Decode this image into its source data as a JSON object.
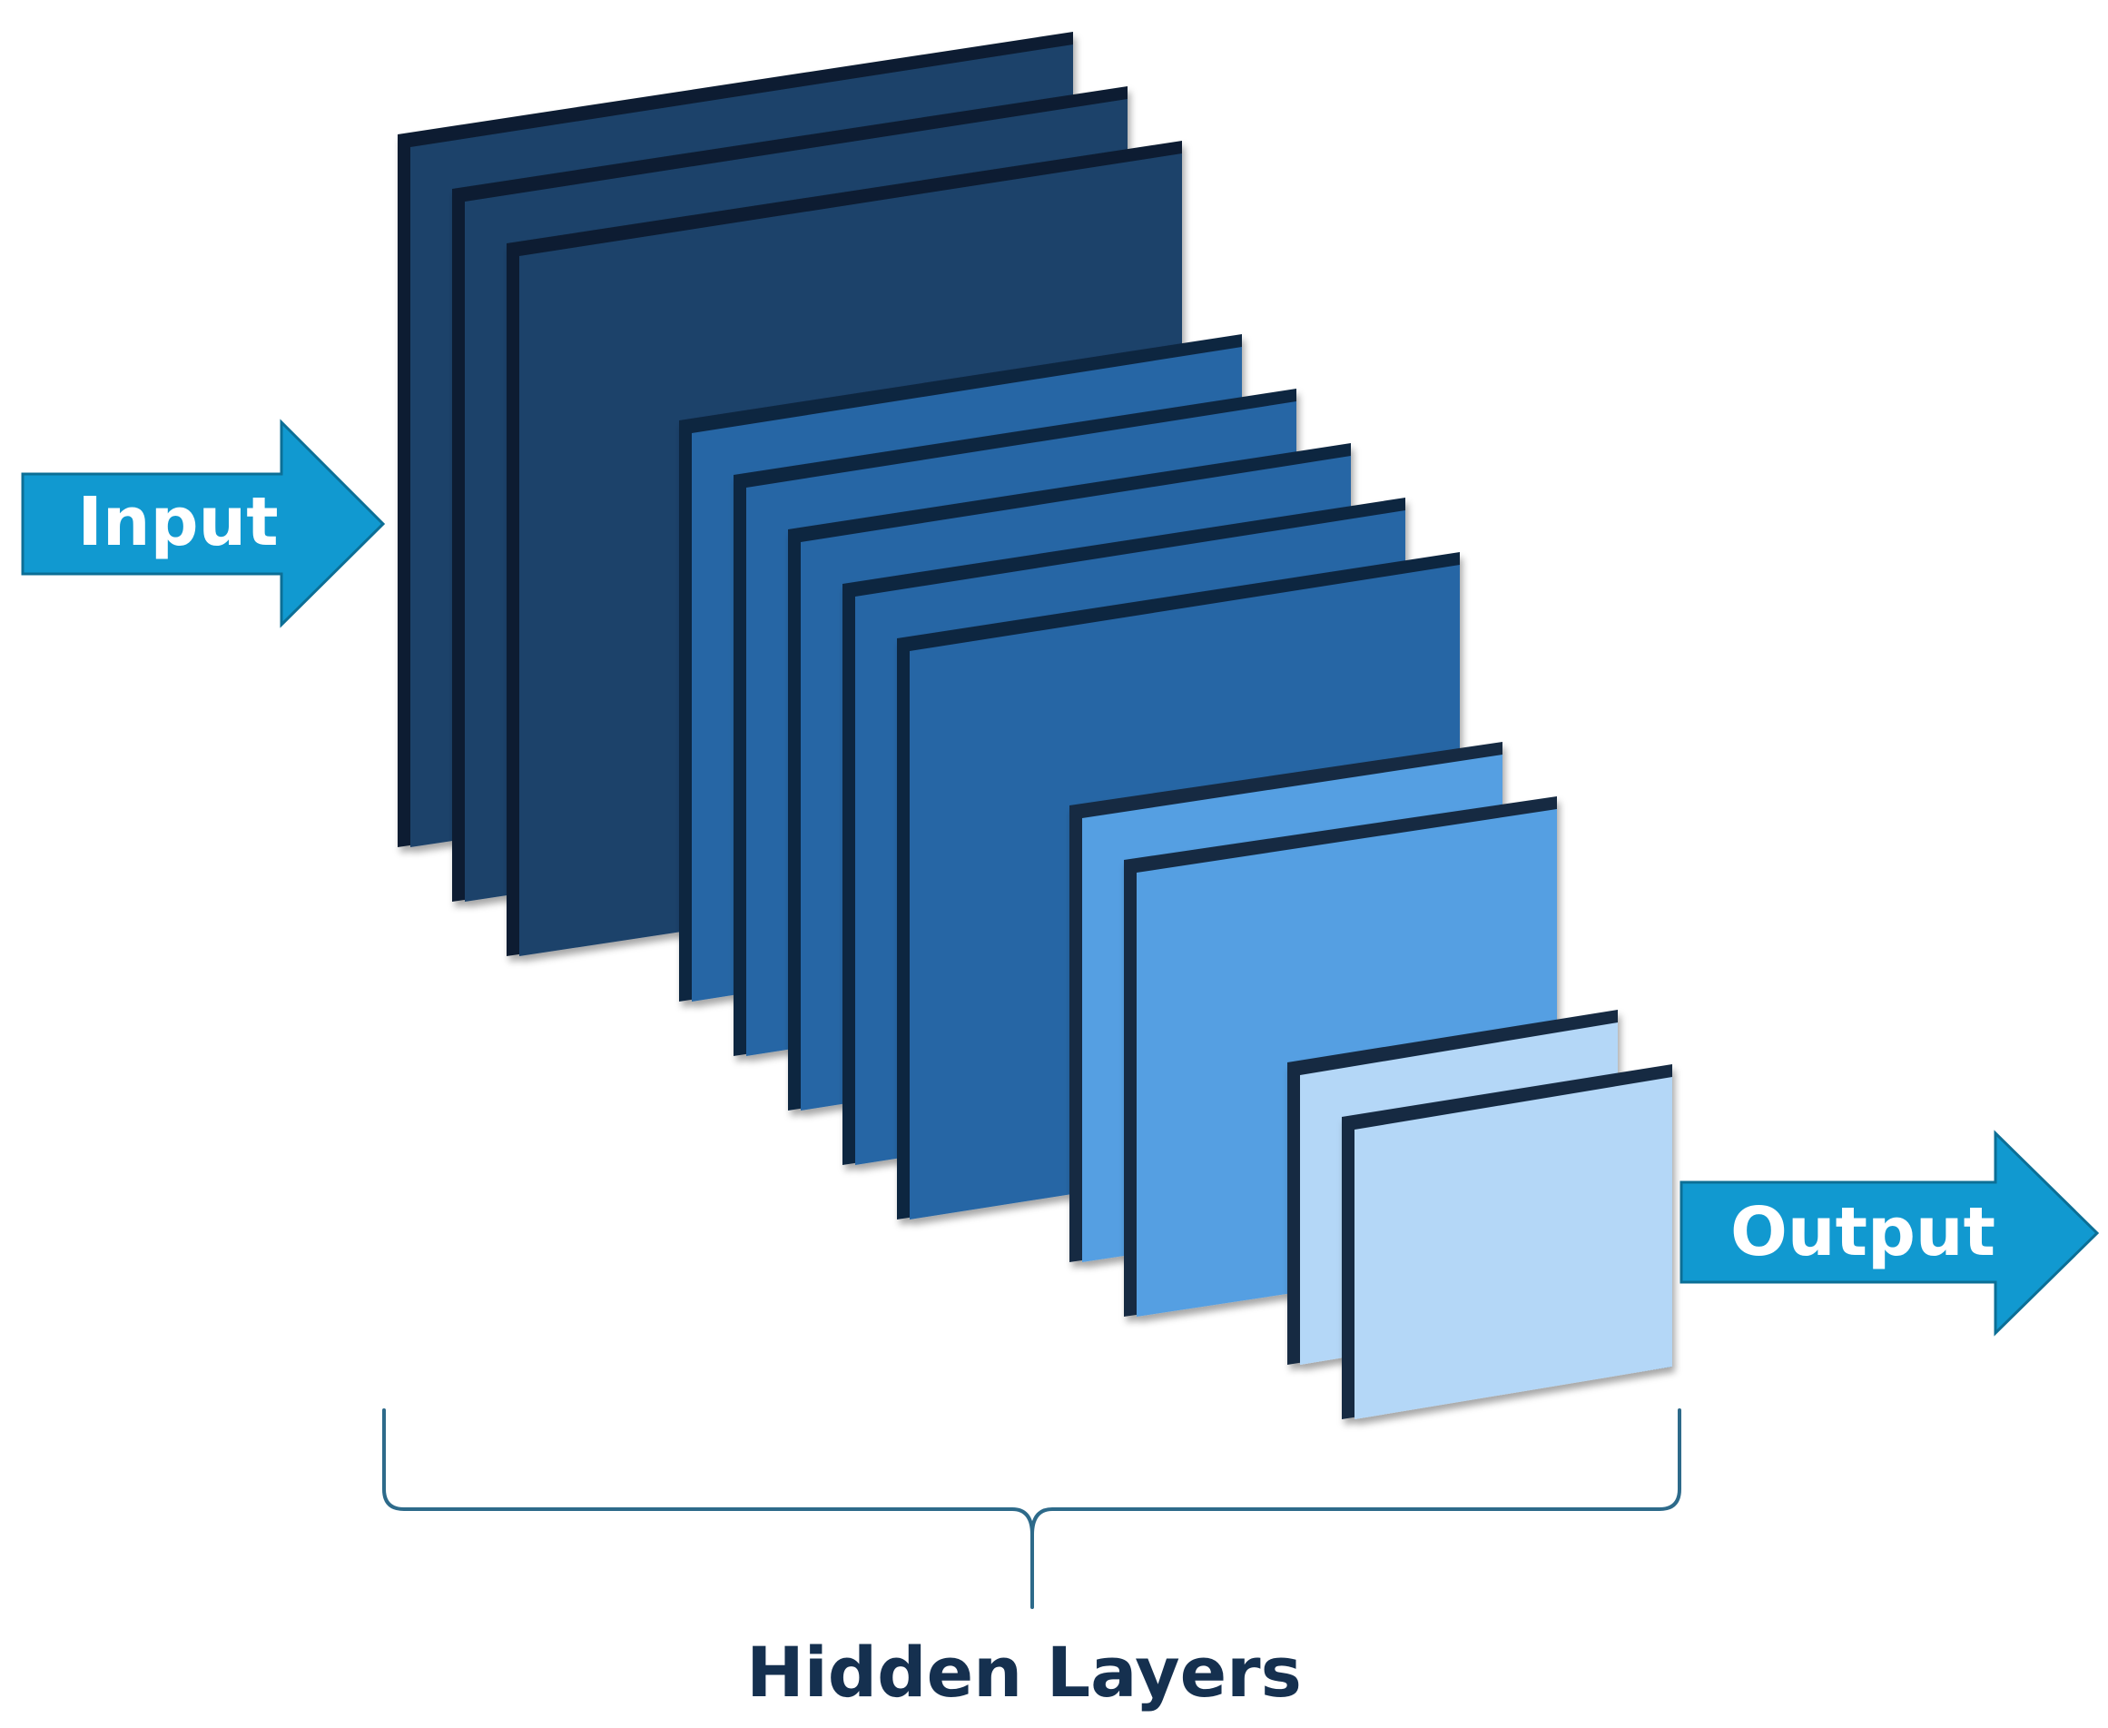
{
  "input_arrow": {
    "label": "Input",
    "color": "#1199d0",
    "edge_color": "#0c6f96"
  },
  "output_arrow": {
    "label": "Output",
    "color": "#1199d0",
    "edge_color": "#0c6f96"
  },
  "hidden_layers": {
    "label": "Hidden Layers",
    "label_color": "#15304f",
    "bracket_color": "#2d6a8a",
    "groups": [
      {
        "name": "group-1",
        "layer_count": 3,
        "fill": "#1d426b",
        "edge": "#0d1e30"
      },
      {
        "name": "group-2",
        "layer_count": 5,
        "fill": "#2766a5",
        "edge": "#0f2540"
      },
      {
        "name": "group-3",
        "layer_count": 2,
        "fill": "#549fe2",
        "edge": "#142a42"
      },
      {
        "name": "group-4",
        "layer_count": 2,
        "fill": "#b4d7f7",
        "edge": "#142a42"
      }
    ]
  }
}
